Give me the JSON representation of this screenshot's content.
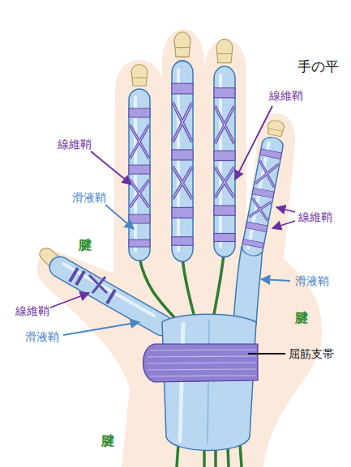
{
  "diagram": {
    "title": "手の平",
    "labels": [
      "線維鞘",
      "線維鞘",
      "滑液鞘",
      "線維鞘",
      "腱",
      "滑液鞘",
      "腱",
      "線維鞘",
      "滑液鞘",
      "屈筋支帯",
      "腱"
    ]
  }
}
